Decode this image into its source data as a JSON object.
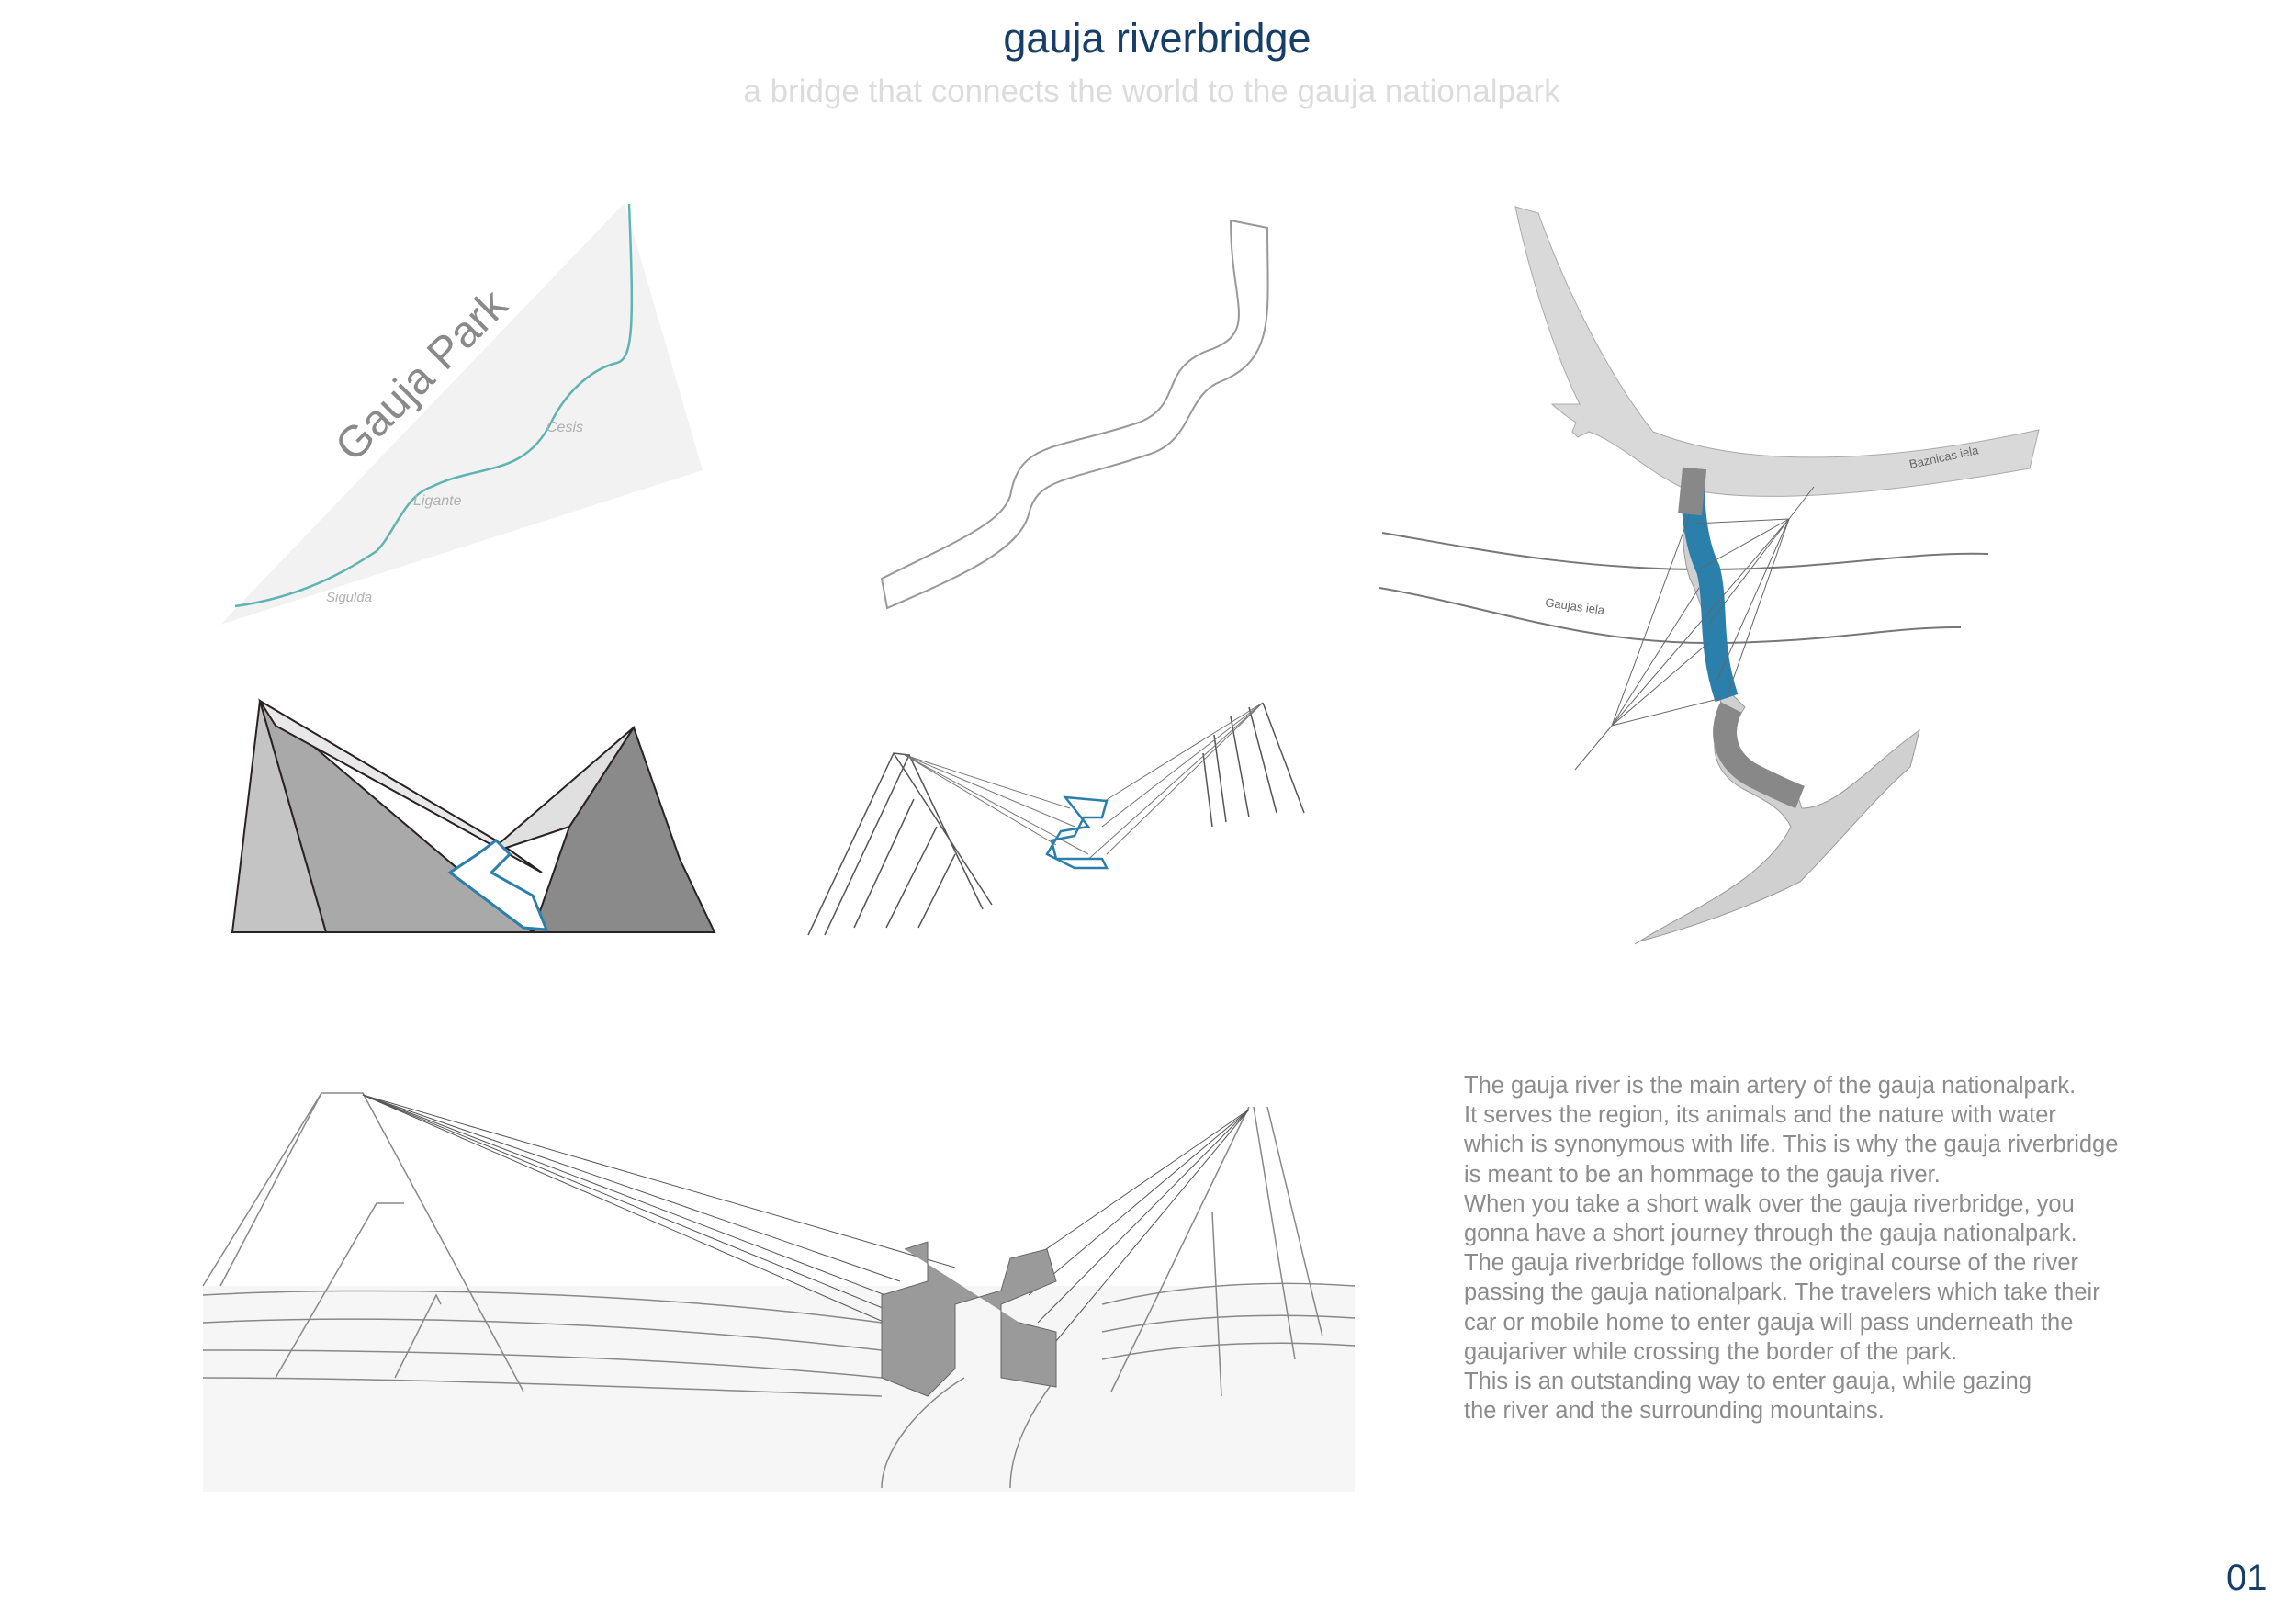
{
  "header": {
    "title": "gauja riverbridge",
    "subtitle": "a bridge that connects the world to the gauja nationalpark"
  },
  "park_map": {
    "title": "Gauja Park",
    "towns": [
      "Cesis",
      "Ligante",
      "Sigulda"
    ]
  },
  "site_plan": {
    "streets": [
      "Baznicas iela",
      "Gaujas iela"
    ]
  },
  "description": {
    "lines": [
      "The gauja river is the main artery of the gauja nationalpark.",
      "It serves the region, its animals and the nature with water",
      "which is synonymous with life. This is why the gauja riverbridge",
      "is meant to be an hommage to the gauja river.",
      "When you take a short walk over the gauja riverbridge, you",
      "gonna have a short journey through the gauja nationalpark.",
      "The gauja riverbridge follows the original course of the river",
      "passing the gauja nationalpark. The travelers which take their",
      "car or mobile home to enter gauja will pass underneath the",
      "gaujariver while crossing the border of the park.",
      "This is an outstanding way to enter gauja, while gazing",
      "the river and the surrounding mountains."
    ]
  },
  "page_number": "01",
  "colors": {
    "accent": "#163e67",
    "river": "#2a7fab",
    "river_line": "#5fb3b3"
  }
}
